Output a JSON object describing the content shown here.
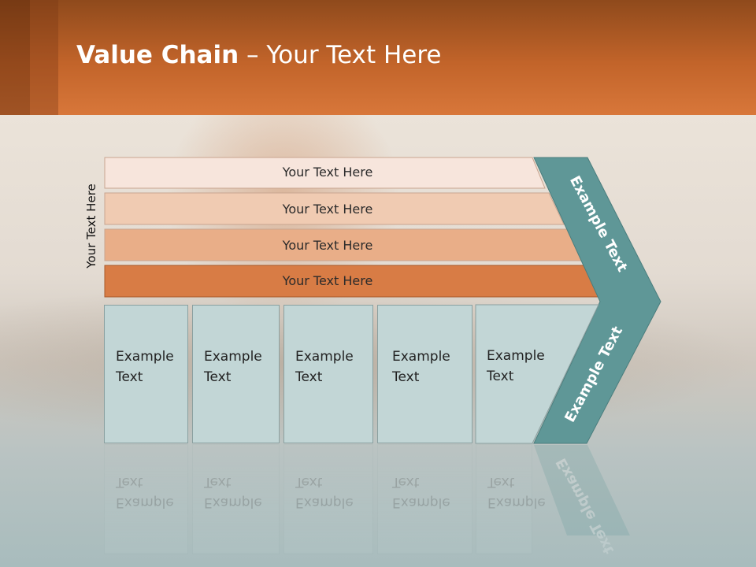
{
  "header": {
    "title_bold": "Value Chain",
    "title_rest": " – Your Text Here"
  },
  "side_label": "Your Text Here",
  "bars": [
    {
      "label": "Your Text Here",
      "color": "#f7e5dc"
    },
    {
      "label": "Your Text Here",
      "color": "#f0cbb2"
    },
    {
      "label": "Your Text Here",
      "color": "#e9ae88"
    },
    {
      "label": "Your Text Here",
      "color": "#d87c45"
    }
  ],
  "boxes": [
    {
      "line1": "Example",
      "line2": "Text"
    },
    {
      "line1": "Example",
      "line2": "Text"
    },
    {
      "line1": "Example",
      "line2": "Text"
    },
    {
      "line1": "Example",
      "line2": "Text"
    },
    {
      "line1": "Example",
      "line2": "Text"
    }
  ],
  "chevron": {
    "upper_text": "Example Text",
    "lower_text": "Example Text",
    "color": "#5f9797"
  },
  "colors": {
    "header": "#c8692e",
    "box_fill": "#c2d6d6"
  }
}
